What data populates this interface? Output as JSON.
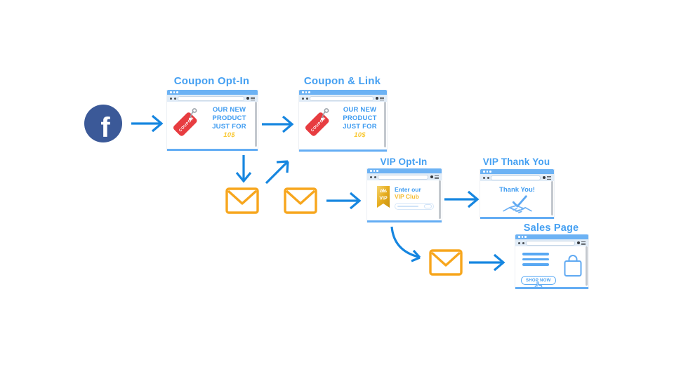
{
  "funnel": {
    "facebook": {
      "letter": "f"
    },
    "coupon_optin": {
      "label": "Coupon Opt-In",
      "line1": "OUR NEW",
      "line2": "PRODUCT",
      "line3": "JUST FOR",
      "price": "10$",
      "tag": "COUPON"
    },
    "coupon_link": {
      "label": "Coupon & Link",
      "line1": "OUR NEW",
      "line2": "PRODUCT",
      "line3": "JUST FOR",
      "price": "10$",
      "tag": "COUPON"
    },
    "vip_optin": {
      "label": "VIP Opt-In",
      "line1": "Enter our",
      "line2": "VIP Club",
      "badge": "VIP"
    },
    "vip_thankyou": {
      "label": "VIP Thank You",
      "message": "Thank You!"
    },
    "sales_page": {
      "label": "Sales Page",
      "button": "SHOP NOW"
    },
    "colors": {
      "arrow_blue": "#1686e0",
      "label_blue": "#45a0f2",
      "text_blue": "#3f9cf1",
      "price_gold": "#f9c832",
      "envelope_orange": "#f7a61d",
      "tag_red": "#e73c40",
      "facebook_blue": "#3b5998",
      "titlebar_blue": "#6cb2f4"
    }
  }
}
